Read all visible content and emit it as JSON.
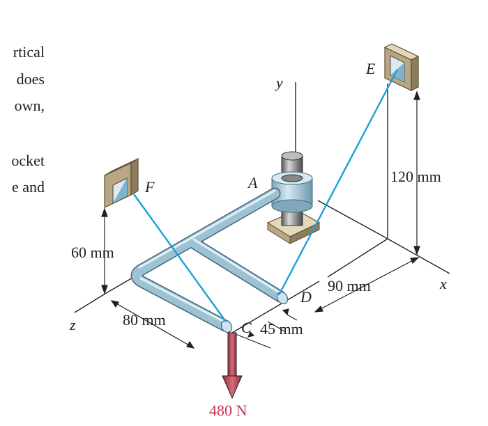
{
  "text_fragments": [
    "rtical",
    "does",
    "own,",
    "ocket",
    "e and"
  ],
  "points": {
    "A": "A",
    "C": "C",
    "D": "D",
    "E": "E",
    "F": "F"
  },
  "axes": {
    "x": "x",
    "y": "y",
    "z": "z"
  },
  "dimensions": {
    "d120": "120 mm",
    "d60": "60 mm",
    "d80": "80 mm",
    "d90": "90 mm",
    "d45": "45 mm"
  },
  "load": {
    "label": "480 N",
    "color": "#c8334f"
  },
  "colors": {
    "cable": "#1aa0d8",
    "pipe": "#8fb8cc",
    "bracket": "#d8c9a8",
    "post": "#9a9a9a"
  }
}
